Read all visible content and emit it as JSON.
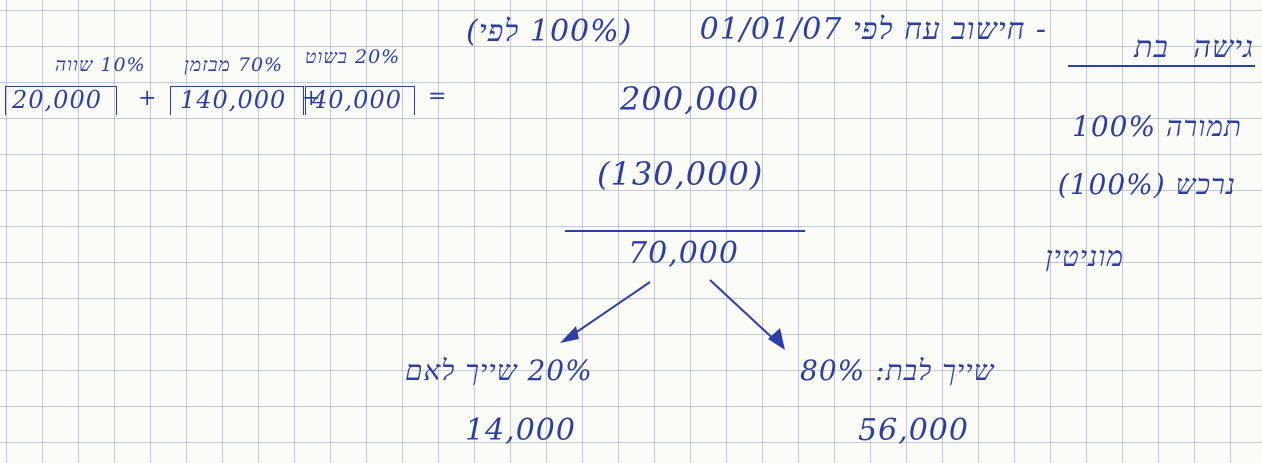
{
  "header": {
    "entity_label": "גישה",
    "entity_name": "בת",
    "dash_title": "- חישוב עח לפי 01/01/07",
    "percent_note": "(100% לפי)"
  },
  "left_labels": {
    "inventory": "תמורה 100%",
    "nrc": "נרכש (100%)",
    "minority": "מוניטין"
  },
  "calculation": {
    "consideration": "200,000",
    "minus": "(130,000)",
    "difference": "70,000"
  },
  "split": {
    "right_label": "שייך לבת: 80%",
    "right_value": "56,000",
    "left_label": "20% שייך לאם",
    "left_value": "14,000"
  },
  "breakdown": {
    "col1_header": "10% שווה",
    "col1_value": "20,000",
    "plus1": "+",
    "col2_header": "70% מבזמן",
    "col2_value": "140,000",
    "plus2": "+",
    "col3_header": "20% בשוט",
    "col3_value": "40,000",
    "equals": "="
  }
}
